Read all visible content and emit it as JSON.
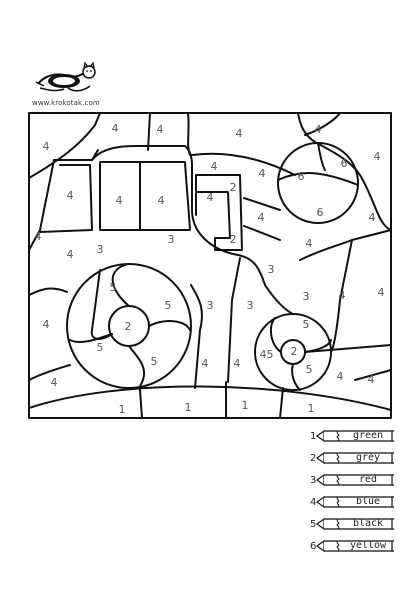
{
  "site": {
    "url": "www.krokotak.com",
    "logo_icon": "cat-logo-icon"
  },
  "regions": {
    "r1": "1",
    "r2": "1",
    "r3": "1",
    "r4": "1",
    "g1": "2",
    "g2": "2",
    "g3": "2",
    "g4": "2",
    "d1": "3",
    "d2": "3",
    "d3": "3",
    "d4": "3",
    "d5": "3",
    "d6": "3",
    "b1": "4",
    "b2": "4",
    "b3": "4",
    "b4": "4",
    "b5": "4",
    "b6": "4",
    "b7": "4",
    "b8": "4",
    "b9": "4",
    "b10": "4",
    "b11": "4",
    "b12": "4",
    "b13": "4",
    "b14": "4",
    "b15": "4",
    "b16": "4",
    "b17": "4",
    "b18": "4",
    "b19": "4",
    "b20": "4",
    "b21": "4",
    "b22": "4",
    "b23": "4",
    "b24": "4",
    "b25": "4",
    "b26": "4",
    "k1": "5",
    "k2": "5",
    "k3": "5",
    "k4": "5",
    "k5": "5",
    "k6": "5",
    "k7": "5",
    "y1": "6",
    "y2": "6",
    "y3": "6"
  },
  "legend": [
    {
      "number": "1",
      "color": "green"
    },
    {
      "number": "2",
      "color": "grey"
    },
    {
      "number": "3",
      "color": "red"
    },
    {
      "number": "4",
      "color": "blue"
    },
    {
      "number": "5",
      "color": "black"
    },
    {
      "number": "6",
      "color": "yellow"
    }
  ]
}
